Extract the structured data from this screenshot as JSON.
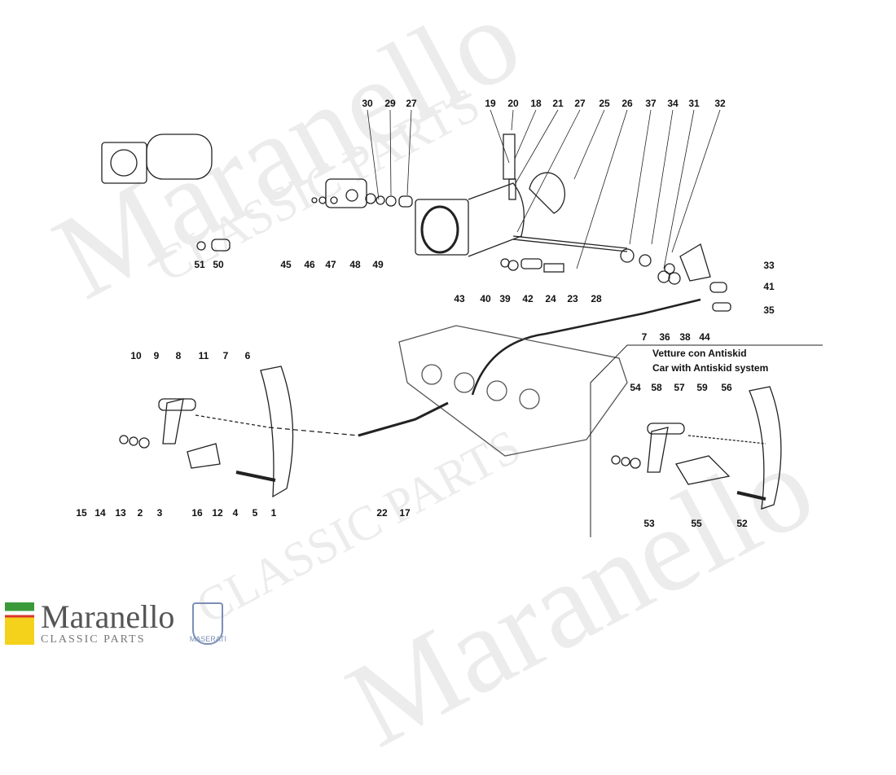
{
  "watermark": {
    "brand": "Maranello",
    "sub": "CLASSIC PARTS"
  },
  "logo": {
    "brand": "Maranello",
    "sub": "CLASSIC PARTS",
    "badge": "MASERATI"
  },
  "note": {
    "line1": "Vetture con Antiskid",
    "line2": "Car with Antiskid system"
  },
  "labels": [
    "30",
    "29",
    "27",
    "19",
    "20",
    "18",
    "21",
    "27",
    "25",
    "26",
    "37",
    "34",
    "31",
    "32",
    "51",
    "50",
    "45",
    "46",
    "47",
    "48",
    "49",
    "43",
    "40",
    "39",
    "42",
    "24",
    "23",
    "28",
    "33",
    "41",
    "35",
    "7",
    "36",
    "38",
    "44",
    "10",
    "9",
    "8",
    "11",
    "7",
    "6",
    "15",
    "14",
    "13",
    "2",
    "3",
    "16",
    "12",
    "4",
    "5",
    "1",
    "22",
    "17",
    "54",
    "58",
    "57",
    "59",
    "56",
    "53",
    "55",
    "52"
  ]
}
